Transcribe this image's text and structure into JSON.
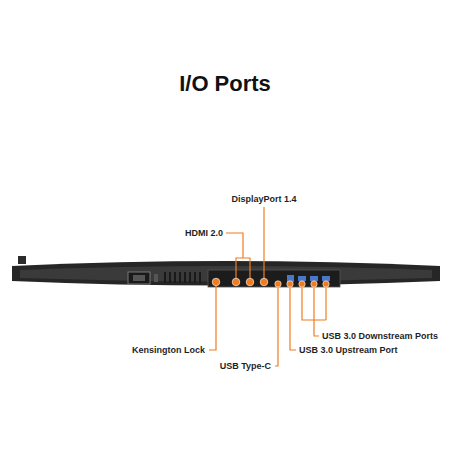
{
  "diagram": {
    "title": "I/O Ports",
    "labels": [
      "DisplayPort 1.4",
      "HDMI 2.0",
      "Kensington Lock",
      "USB Type-C",
      "USB 3.0 Upstream Port",
      "USB 3.0 Downstream Ports"
    ]
  }
}
